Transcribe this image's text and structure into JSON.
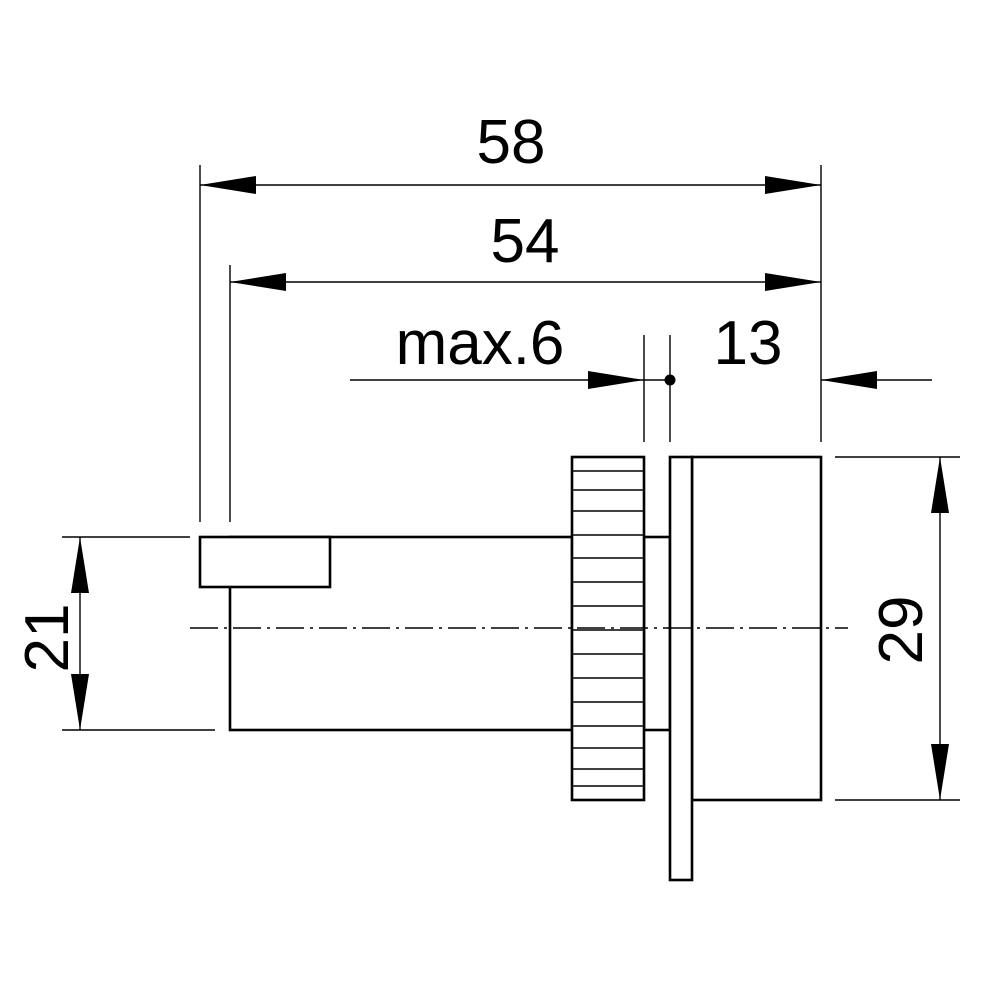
{
  "dimensions": {
    "overall_length": "58",
    "body_length": "54",
    "panel_thickness": "max.6",
    "front_depth": "13",
    "front_height": "29",
    "body_height": "21"
  }
}
